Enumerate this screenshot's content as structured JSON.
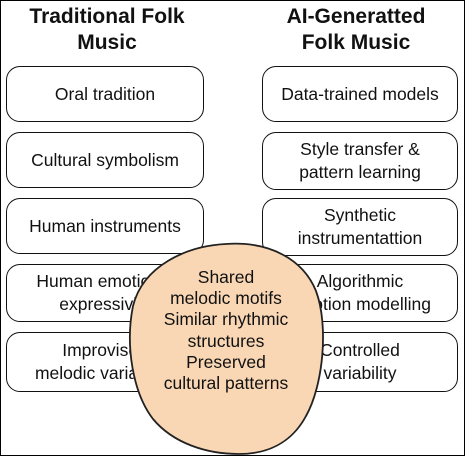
{
  "left_column": {
    "title_lines": [
      "Traditional Folk",
      "Music"
    ],
    "items": [
      {
        "lines": [
          "Oral tradition"
        ]
      },
      {
        "lines": [
          "Cultural symbolism"
        ]
      },
      {
        "lines": [
          "Human instruments"
        ]
      },
      {
        "lines": [
          "Human emotional",
          "expressivity"
        ]
      },
      {
        "lines": [
          "Improvised",
          "melodic variations"
        ]
      }
    ]
  },
  "right_column": {
    "title_lines": [
      "AI-Generatted",
      "Folk Music"
    ],
    "items": [
      {
        "lines": [
          "Data-trained models"
        ]
      },
      {
        "lines": [
          "Style transfer &",
          "pattern learning"
        ]
      },
      {
        "lines": [
          "Synthetic",
          "instrumentattion"
        ]
      },
      {
        "lines": [
          "Algorithmic",
          "emotion modelling"
        ]
      },
      {
        "lines": [
          "Controlled",
          "variability"
        ]
      }
    ]
  },
  "overlap": {
    "lines": [
      "Shared",
      "melodic motifs",
      "Similar rhythmic",
      "structures",
      "Preserved",
      "cultural patterns"
    ],
    "fill_color": "#f9d7b5",
    "stroke_color": "#222222"
  }
}
